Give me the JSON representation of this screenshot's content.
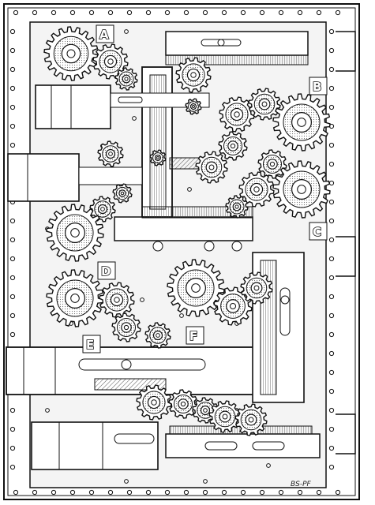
{
  "puzzle": {
    "labels": [
      "A",
      "B",
      "C",
      "D",
      "E",
      "F"
    ],
    "signature": "BS-PF"
  },
  "colors": {
    "ink": "#111111",
    "paper": "#ffffff",
    "board": "#f4f4f4",
    "hatch": "#555555"
  }
}
